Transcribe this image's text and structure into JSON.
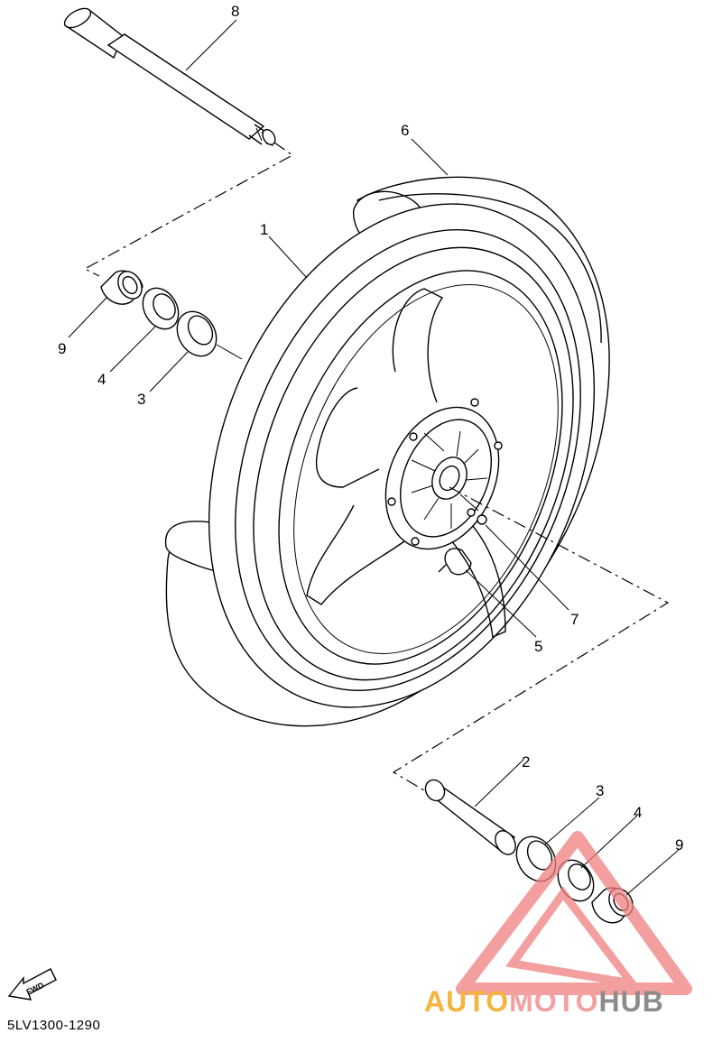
{
  "diagram": {
    "callouts": {
      "c1": "1",
      "c2": "2",
      "c3a": "3",
      "c3b": "3",
      "c4a": "4",
      "c4b": "4",
      "c5": "5",
      "c6": "6",
      "c7": "7",
      "c8": "8",
      "c9a": "9",
      "c9b": "9"
    },
    "fwd_label": "FWD",
    "diagram_code": "5LV1300-1290"
  },
  "watermark": {
    "part1": "AUTO",
    "part2": "MOTO",
    "part3": "HUB",
    "colors": {
      "auto": "#f6b43c",
      "moto": "#f4a0a0",
      "hub": "#8c8c8c",
      "triangle": "#f08080"
    }
  }
}
